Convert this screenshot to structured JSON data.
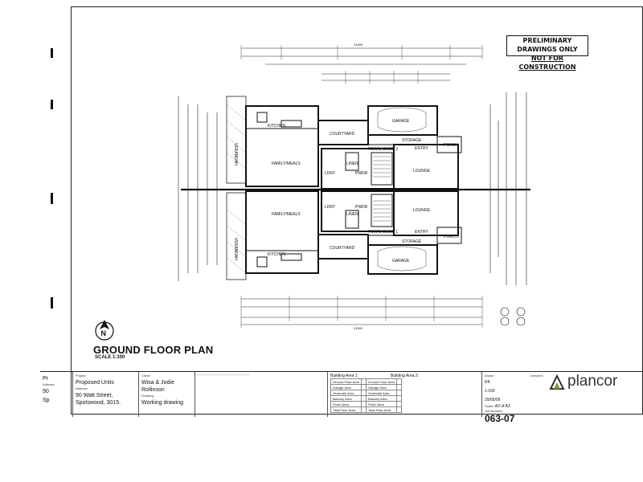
{
  "drawing": {
    "stamp_line1": "PRELIMINARY DRAWINGS ONLY",
    "stamp_line2": "NOT FOR CONSTRUCTION",
    "plan_title": "GROUND FLOOR PLAN",
    "plan_scale": "SCALE 1:100",
    "north_label": "N",
    "overall_dim_top": "21500",
    "overall_dim_bottom": "21500",
    "rooms": {
      "verandah_top": "VERANDAH",
      "verandah_bottom": "VERANDAH",
      "kitchen_top": "KITCHEN",
      "kitchen_bottom": "KITCHEN",
      "family_top": "FAMILY/MEALS",
      "family_bottom": "FAMILY/MEALS",
      "courtyard_top": "COURTYARD",
      "courtyard_bottom": "COURTYARD",
      "garage_top": "GARAGE",
      "garage_bottom": "GARAGE",
      "storage_top": "STORAGE",
      "storage_bottom": "STORAGE",
      "entry_top": "ENTRY",
      "entry_bottom": "ENTRY",
      "porch_top": "PORCH",
      "porch_bottom": "PORCH",
      "lounge_top": "LOUNGE",
      "lounge_bottom": "LOUNGE",
      "townhouse_top": "TOWNHOUSE 2",
      "townhouse_bottom": "TOWNHOUSE 1",
      "lndry_top": "LDRY",
      "lndry_bottom": "LDRY",
      "linen_top": "LINEN",
      "linen_bottom": "LINEN",
      "pwdr_top": "PWDR",
      "pwdr_bottom": "PWDR"
    }
  },
  "title_block": {
    "left_col_labels": [
      "Pr",
      "Address",
      "90",
      "Sp"
    ],
    "project_label": "Project:",
    "project_value": "Proposed Units",
    "address_label": "Address:",
    "address_value": "90 Watt Street, Spotswood, 3015.",
    "client_label": "Client:",
    "client_value": "Wisa & Jodie Rollinson",
    "drawing_label": "Drawing:",
    "drawing_value": "Working drawing",
    "area1_title": "Building Area 1:",
    "area2_title": "Building Area 2:",
    "area_rows": [
      [
        "Ground Floor Area",
        "Garage Area",
        "Verandah Area",
        "Balcony Area",
        "Porch Area",
        "Total Floor Area"
      ]
    ],
    "drawn_label": "Drawn:",
    "drawn_value": "RK",
    "checked_label": "Checked:",
    "scale_value": "1:100",
    "date_value": "29/05/09",
    "sheet_label": "Sheet:",
    "sheet_value": "A3 of A3",
    "job_label": "Job Number:",
    "job_value": "063-07",
    "brand_name": "plancor"
  }
}
